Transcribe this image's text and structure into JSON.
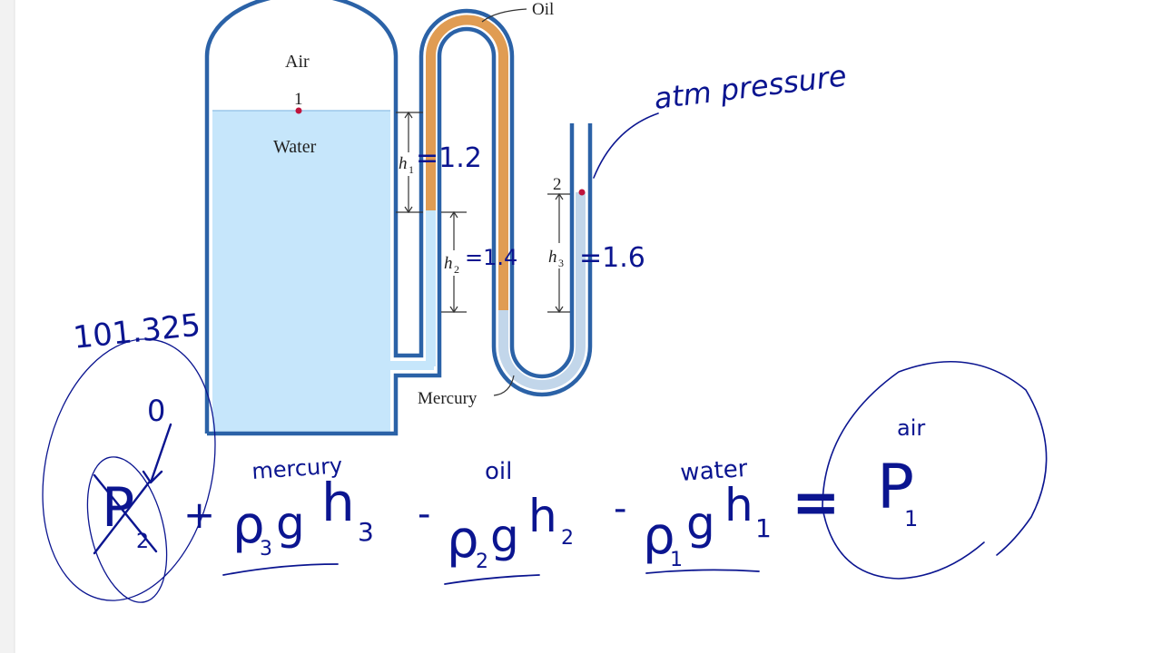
{
  "diagram": {
    "labels": {
      "oil": "Oil",
      "air": "Air",
      "point1": "1",
      "water": "Water",
      "point2": "2",
      "mercury": "Mercury",
      "h1": "h",
      "h1_sub": "1",
      "h2": "h",
      "h2_sub": "2",
      "h3": "h",
      "h3_sub": "3"
    },
    "colors": {
      "tank_outline": "#2b62a7",
      "water": "#c6e6fb",
      "oil": "#e09c53",
      "mercury": "#c2d6ea",
      "point": "#c0143c"
    }
  },
  "annotations": {
    "h1_value": "=1.2",
    "h2_value": "=1.4",
    "h3_value": "=1.6",
    "atm_note": "atm pressure",
    "p_atm_value": "101.325",
    "zero": "0",
    "word_mercury": "mercury",
    "word_oil": "oil",
    "word_water": "water",
    "word_air": "air",
    "ink_color": "#0b1590"
  },
  "equation": {
    "p_atm": "P",
    "p_atm_sub": "2",
    "plus": "+",
    "rho3": "ρ",
    "rho3_sub": "3",
    "g3": "g",
    "h3": "h",
    "h3_sub": "3",
    "minus1": "-",
    "rho2": "ρ",
    "rho2_sub": "2",
    "g2": "g",
    "h2": "h",
    "h2_sub": "2",
    "minus2": "-",
    "rho1": "ρ",
    "rho1_sub": "1",
    "g1": "g",
    "h1": "h",
    "h1_sub": "1",
    "equals": "=",
    "p1": "P",
    "p1_sub": "1"
  }
}
